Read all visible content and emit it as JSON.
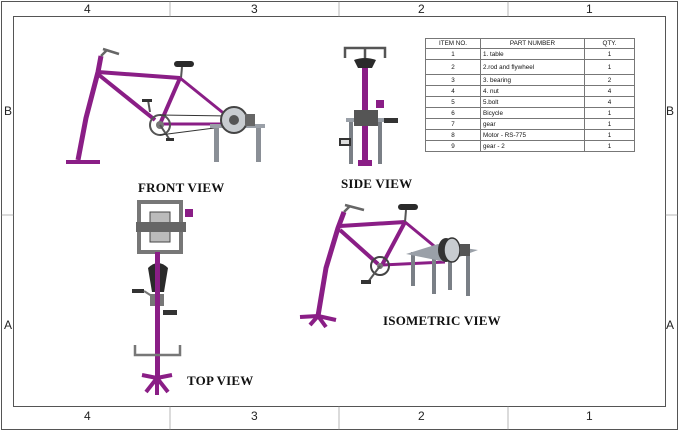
{
  "zones": {
    "top": [
      "4",
      "3",
      "2",
      "1"
    ],
    "bottom": [
      "4",
      "3",
      "2",
      "1"
    ],
    "left": [
      "B",
      "A"
    ],
    "right": [
      "B",
      "A"
    ]
  },
  "views": {
    "front": "FRONT VIEW",
    "side": "SIDE VIEW",
    "top": "TOP VIEW",
    "iso": "ISOMETRIC VIEW"
  },
  "bom": {
    "headers": [
      "ITEM NO.",
      "PART NUMBER",
      "QTY."
    ],
    "rows": [
      {
        "item": "1",
        "part": "1. table",
        "qty": "1"
      },
      {
        "item": "2",
        "part": "2.rod and flywheel",
        "qty": "1"
      },
      {
        "item": "3",
        "part": "3. bearing",
        "qty": "2"
      },
      {
        "item": "4",
        "part": "4. nut",
        "qty": "4"
      },
      {
        "item": "5",
        "part": "5.bolt",
        "qty": "4"
      },
      {
        "item": "6",
        "part": "Bicycle",
        "qty": "1"
      },
      {
        "item": "7",
        "part": "gear",
        "qty": "1"
      },
      {
        "item": "8",
        "part": "Motor - RS-775",
        "qty": "1"
      },
      {
        "item": "9",
        "part": "gear - 2",
        "qty": "1"
      }
    ]
  },
  "colors": {
    "frame": "#8a1e86",
    "frame_dark": "#5a0f58",
    "metal": "#9aa0a8",
    "metal_dark": "#444a52",
    "border": "#555555"
  }
}
